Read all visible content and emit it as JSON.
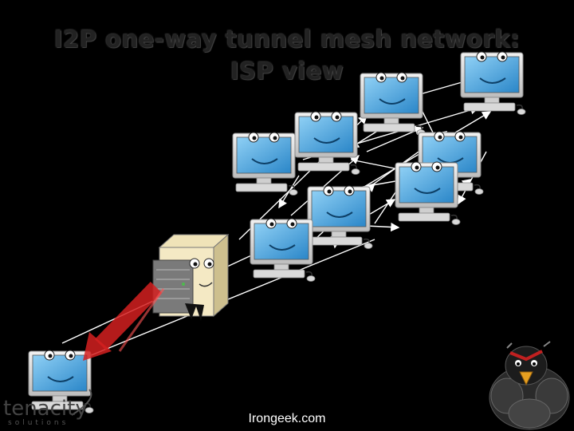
{
  "title": {
    "line1": "I2P one-way tunnel mesh network:",
    "line2": "ISP view"
  },
  "credit": "Irongeek.com",
  "logo": {
    "wordmark": "tenacity",
    "tagline": "solutions"
  },
  "colors": {
    "background": "#000000",
    "title_text": "#222222",
    "connection_line": "#ffffff",
    "isp_highlight_arrow": "#d42020",
    "monitor_screen": "#3fa0dc",
    "monitor_frame": "#d8d8d8"
  },
  "icons": {
    "user_computer": "smiling-computer-icon",
    "isp_server": "bearded-server-icon",
    "mascot": "penguin-mascot-icon"
  }
}
